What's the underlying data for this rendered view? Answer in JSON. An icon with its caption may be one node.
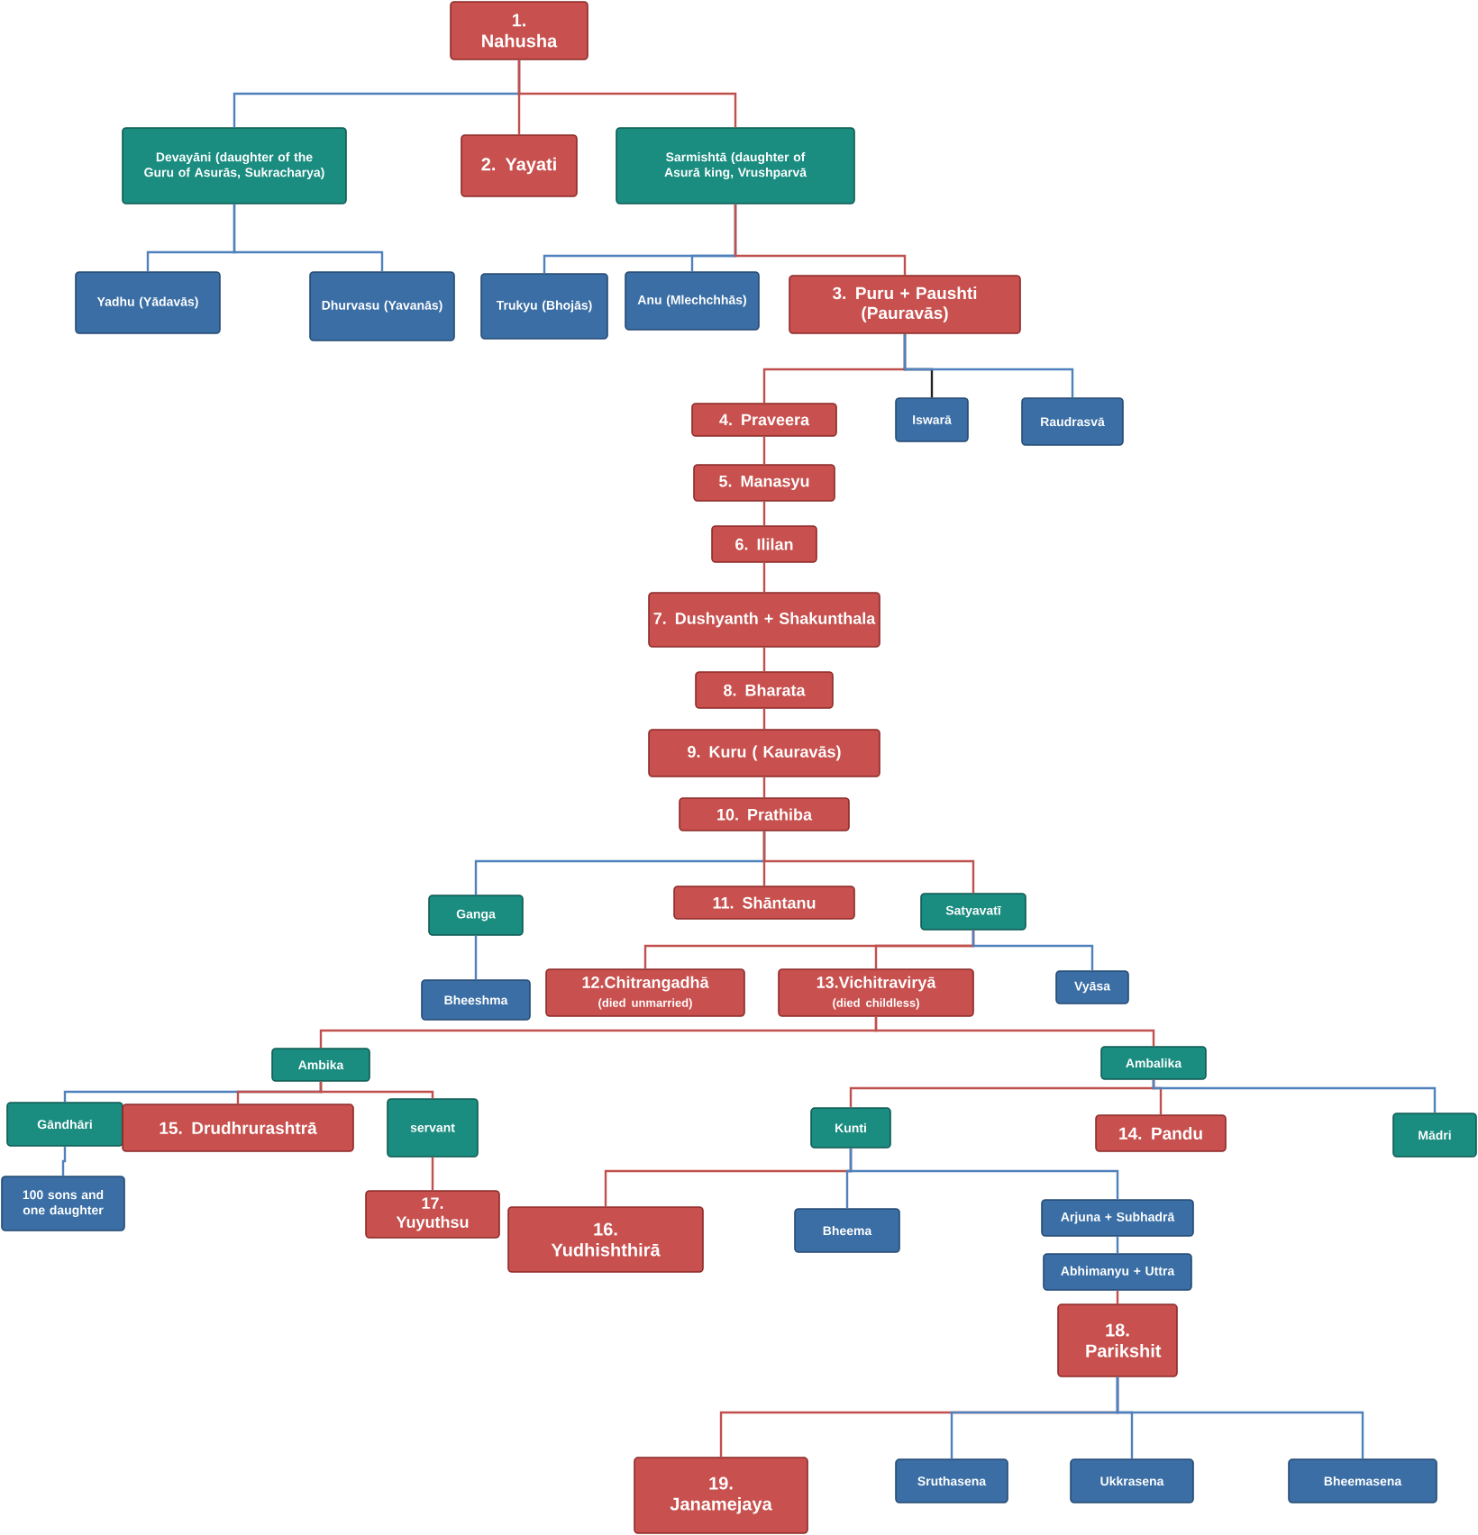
{
  "diagram": {
    "nodes": [
      {
        "text": [
          "1. Nahusha"
        ]
      },
      {
        "text": [
          "Devayāni (daughter of the Guru of Asurās, Sukracharya)"
        ]
      },
      {
        "text": [
          "2. Yayati"
        ]
      },
      {
        "text": [
          "Sarmishtā (daughter of Asurā king, Vrushparvā"
        ]
      },
      {
        "text": [
          "Yadhu (Yādavās)"
        ]
      },
      {
        "text": [
          "Dhurvasu (Yavanās)"
        ]
      },
      {
        "text": [
          "Trukyu (Bhojās)"
        ]
      },
      {
        "text": [
          "Anu (Mlechchhās)"
        ]
      },
      {
        "text": [
          "3. Puru + Paushti (Pauravās)"
        ]
      },
      {
        "text": [
          "4. Praveera"
        ]
      },
      {
        "text": [
          "Iswarā"
        ]
      },
      {
        "text": [
          "Raudrasvā"
        ]
      },
      {
        "text": [
          "5. Manasyu"
        ]
      },
      {
        "text": [
          "6. Ililan"
        ]
      },
      {
        "text": [
          "7. Dushyanth + Shakunthala"
        ]
      },
      {
        "text": [
          "8. Bharata"
        ]
      },
      {
        "text": [
          "9. Kuru ( Kauravās)"
        ]
      },
      {
        "text": [
          "10. Prathiba"
        ]
      },
      {
        "text": [
          "Ganga"
        ]
      },
      {
        "text": [
          "11. Shāntanu"
        ]
      },
      {
        "text": [
          "Satyavatī"
        ]
      },
      {
        "text": [
          "Bheeshma"
        ]
      },
      {
        "text": [
          "12.Chitrangadhā",
          "(died unmarried)"
        ]
      },
      {
        "text": [
          "13.Vichitraviryā",
          "(died childless)"
        ]
      },
      {
        "text": [
          "Vyāsa"
        ]
      },
      {
        "text": [
          "Ambika"
        ]
      },
      {
        "text": [
          "Ambalika"
        ]
      },
      {
        "text": [
          "Gāndhāri"
        ]
      },
      {
        "text": [
          "15. Drudhrurashtrā"
        ]
      },
      {
        "text": [
          "servant"
        ]
      },
      {
        "text": [
          "Kunti"
        ]
      },
      {
        "text": [
          "14. Pandu"
        ]
      },
      {
        "text": [
          "Mādri"
        ]
      },
      {
        "text": [
          "100 sons and one daughter"
        ]
      },
      {
        "text": [
          "17. Yuyuthsu"
        ]
      },
      {
        "text": [
          "16. Yudhishthirā"
        ]
      },
      {
        "text": [
          "Bheema"
        ]
      },
      {
        "text": [
          "Arjuna + Subhadrā"
        ]
      },
      {
        "text": [
          "Abhimanyu + Uttra"
        ]
      },
      {
        "text": [
          "18. Parikshit"
        ]
      },
      {
        "text": [
          "19. Janamejaya"
        ]
      },
      {
        "text": [
          "Sruthasena"
        ]
      },
      {
        "text": [
          "Ukkrasena"
        ]
      },
      {
        "text": [
          "Bheemasena"
        ]
      }
    ],
    "edges": [
      {
        "from": 0,
        "to": 1,
        "arrow": "none",
        "color": "#4f81bd"
      },
      {
        "from": 0,
        "to": 2,
        "arrow": "none"
      },
      {
        "from": 0,
        "to": 3,
        "arrow": "none"
      },
      {
        "from": 1,
        "to": 4,
        "arrow": "none",
        "color": "#4f81bd"
      },
      {
        "from": 1,
        "to": 5,
        "arrow": "none",
        "color": "#4f81bd"
      },
      {
        "from": 3,
        "to": 6,
        "arrow": "none",
        "color": "#4f81bd"
      },
      {
        "from": 3,
        "to": 7,
        "arrow": "none",
        "color": "#4f81bd"
      },
      {
        "from": 3,
        "to": 8,
        "arrow": "none"
      },
      {
        "from": 8,
        "to": 9,
        "arrow": "none"
      },
      {
        "from": 8,
        "to": 10,
        "arrow": "none",
        "color": "#222222"
      },
      {
        "from": 8,
        "to": 11,
        "arrow": "none",
        "color": "#4f81bd"
      },
      {
        "from": 9,
        "to": 12,
        "arrow": "none"
      },
      {
        "from": 12,
        "to": 13,
        "arrow": "none"
      },
      {
        "from": 13,
        "to": 14,
        "arrow": "none"
      },
      {
        "from": 14,
        "to": 15,
        "arrow": "none"
      },
      {
        "from": 15,
        "to": 16,
        "arrow": "none"
      },
      {
        "from": 16,
        "to": 17,
        "arrow": "none"
      },
      {
        "from": 17,
        "to": 18,
        "arrow": "none",
        "color": "#4f81bd"
      },
      {
        "from": 17,
        "to": 19,
        "arrow": "none"
      },
      {
        "from": 17,
        "to": 20,
        "arrow": "none"
      },
      {
        "from": 18,
        "to": 21,
        "arrow": "none",
        "color": "#4f81bd"
      },
      {
        "from": 20,
        "to": 22,
        "arrow": "none"
      },
      {
        "from": 20,
        "to": 23,
        "arrow": "none"
      },
      {
        "from": 20,
        "to": 24,
        "arrow": "none",
        "color": "#4f81bd"
      },
      {
        "from": 23,
        "to": 25,
        "arrow": "none"
      },
      {
        "from": 23,
        "to": 26,
        "arrow": "none"
      },
      {
        "from": 25,
        "to": 27,
        "arrow": "none",
        "color": "#4f81bd"
      },
      {
        "from": 25,
        "to": 28,
        "arrow": "none"
      },
      {
        "from": 25,
        "to": 29,
        "arrow": "none"
      },
      {
        "from": 26,
        "to": 30,
        "arrow": "none"
      },
      {
        "from": 26,
        "to": 31,
        "arrow": "none"
      },
      {
        "from": 26,
        "to": 32,
        "arrow": "none",
        "color": "#4f81bd"
      },
      {
        "from": 27,
        "to": 33,
        "arrow": "none",
        "color": "#4f81bd"
      },
      {
        "from": 29,
        "to": 34,
        "arrow": "none"
      },
      {
        "from": 30,
        "to": 35,
        "arrow": "none"
      },
      {
        "from": 30,
        "to": 36,
        "arrow": "none",
        "color": "#4f81bd"
      },
      {
        "from": 30,
        "to": 37,
        "arrow": "none",
        "color": "#4f81bd"
      },
      {
        "from": 37,
        "to": 38,
        "arrow": "none",
        "color": "#4f81bd"
      },
      {
        "from": 38,
        "to": 39,
        "arrow": "none"
      },
      {
        "from": 39,
        "to": 40,
        "arrow": "none"
      },
      {
        "from": 39,
        "to": 41,
        "arrow": "none",
        "color": "#4f81bd"
      },
      {
        "from": 39,
        "to": 42,
        "arrow": "none",
        "color": "#4f81bd"
      },
      {
        "from": 39,
        "to": 43,
        "arrow": "none",
        "color": "#4f81bd"
      }
    ]
  }
}
